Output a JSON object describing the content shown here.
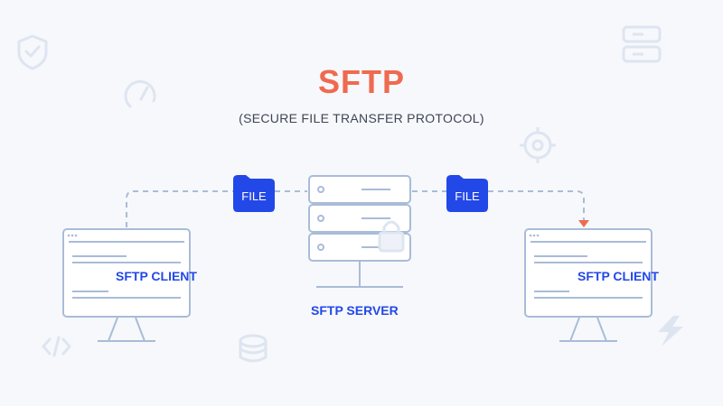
{
  "title": "SFTP",
  "subtitle": "(SECURE FILE TRANSFER PROTOCOL)",
  "nodes": {
    "client_left": "SFTP CLIENT",
    "server": "SFTP SERVER",
    "client_right": "SFTP CLIENT"
  },
  "files": [
    "FILE",
    "FILE"
  ],
  "colors": {
    "accent": "#ef6a4f",
    "primary": "#2348e8",
    "outline": "#a9bcd8",
    "decor": "#dde5f1",
    "background": "#f7f8fb"
  },
  "icons": [
    "shield-check-icon",
    "gauge-icon",
    "server-list-icon",
    "gear-sync-icon",
    "code-icon",
    "database-sync-icon",
    "lightning-icon",
    "lock-icon",
    "folder-icon"
  ]
}
